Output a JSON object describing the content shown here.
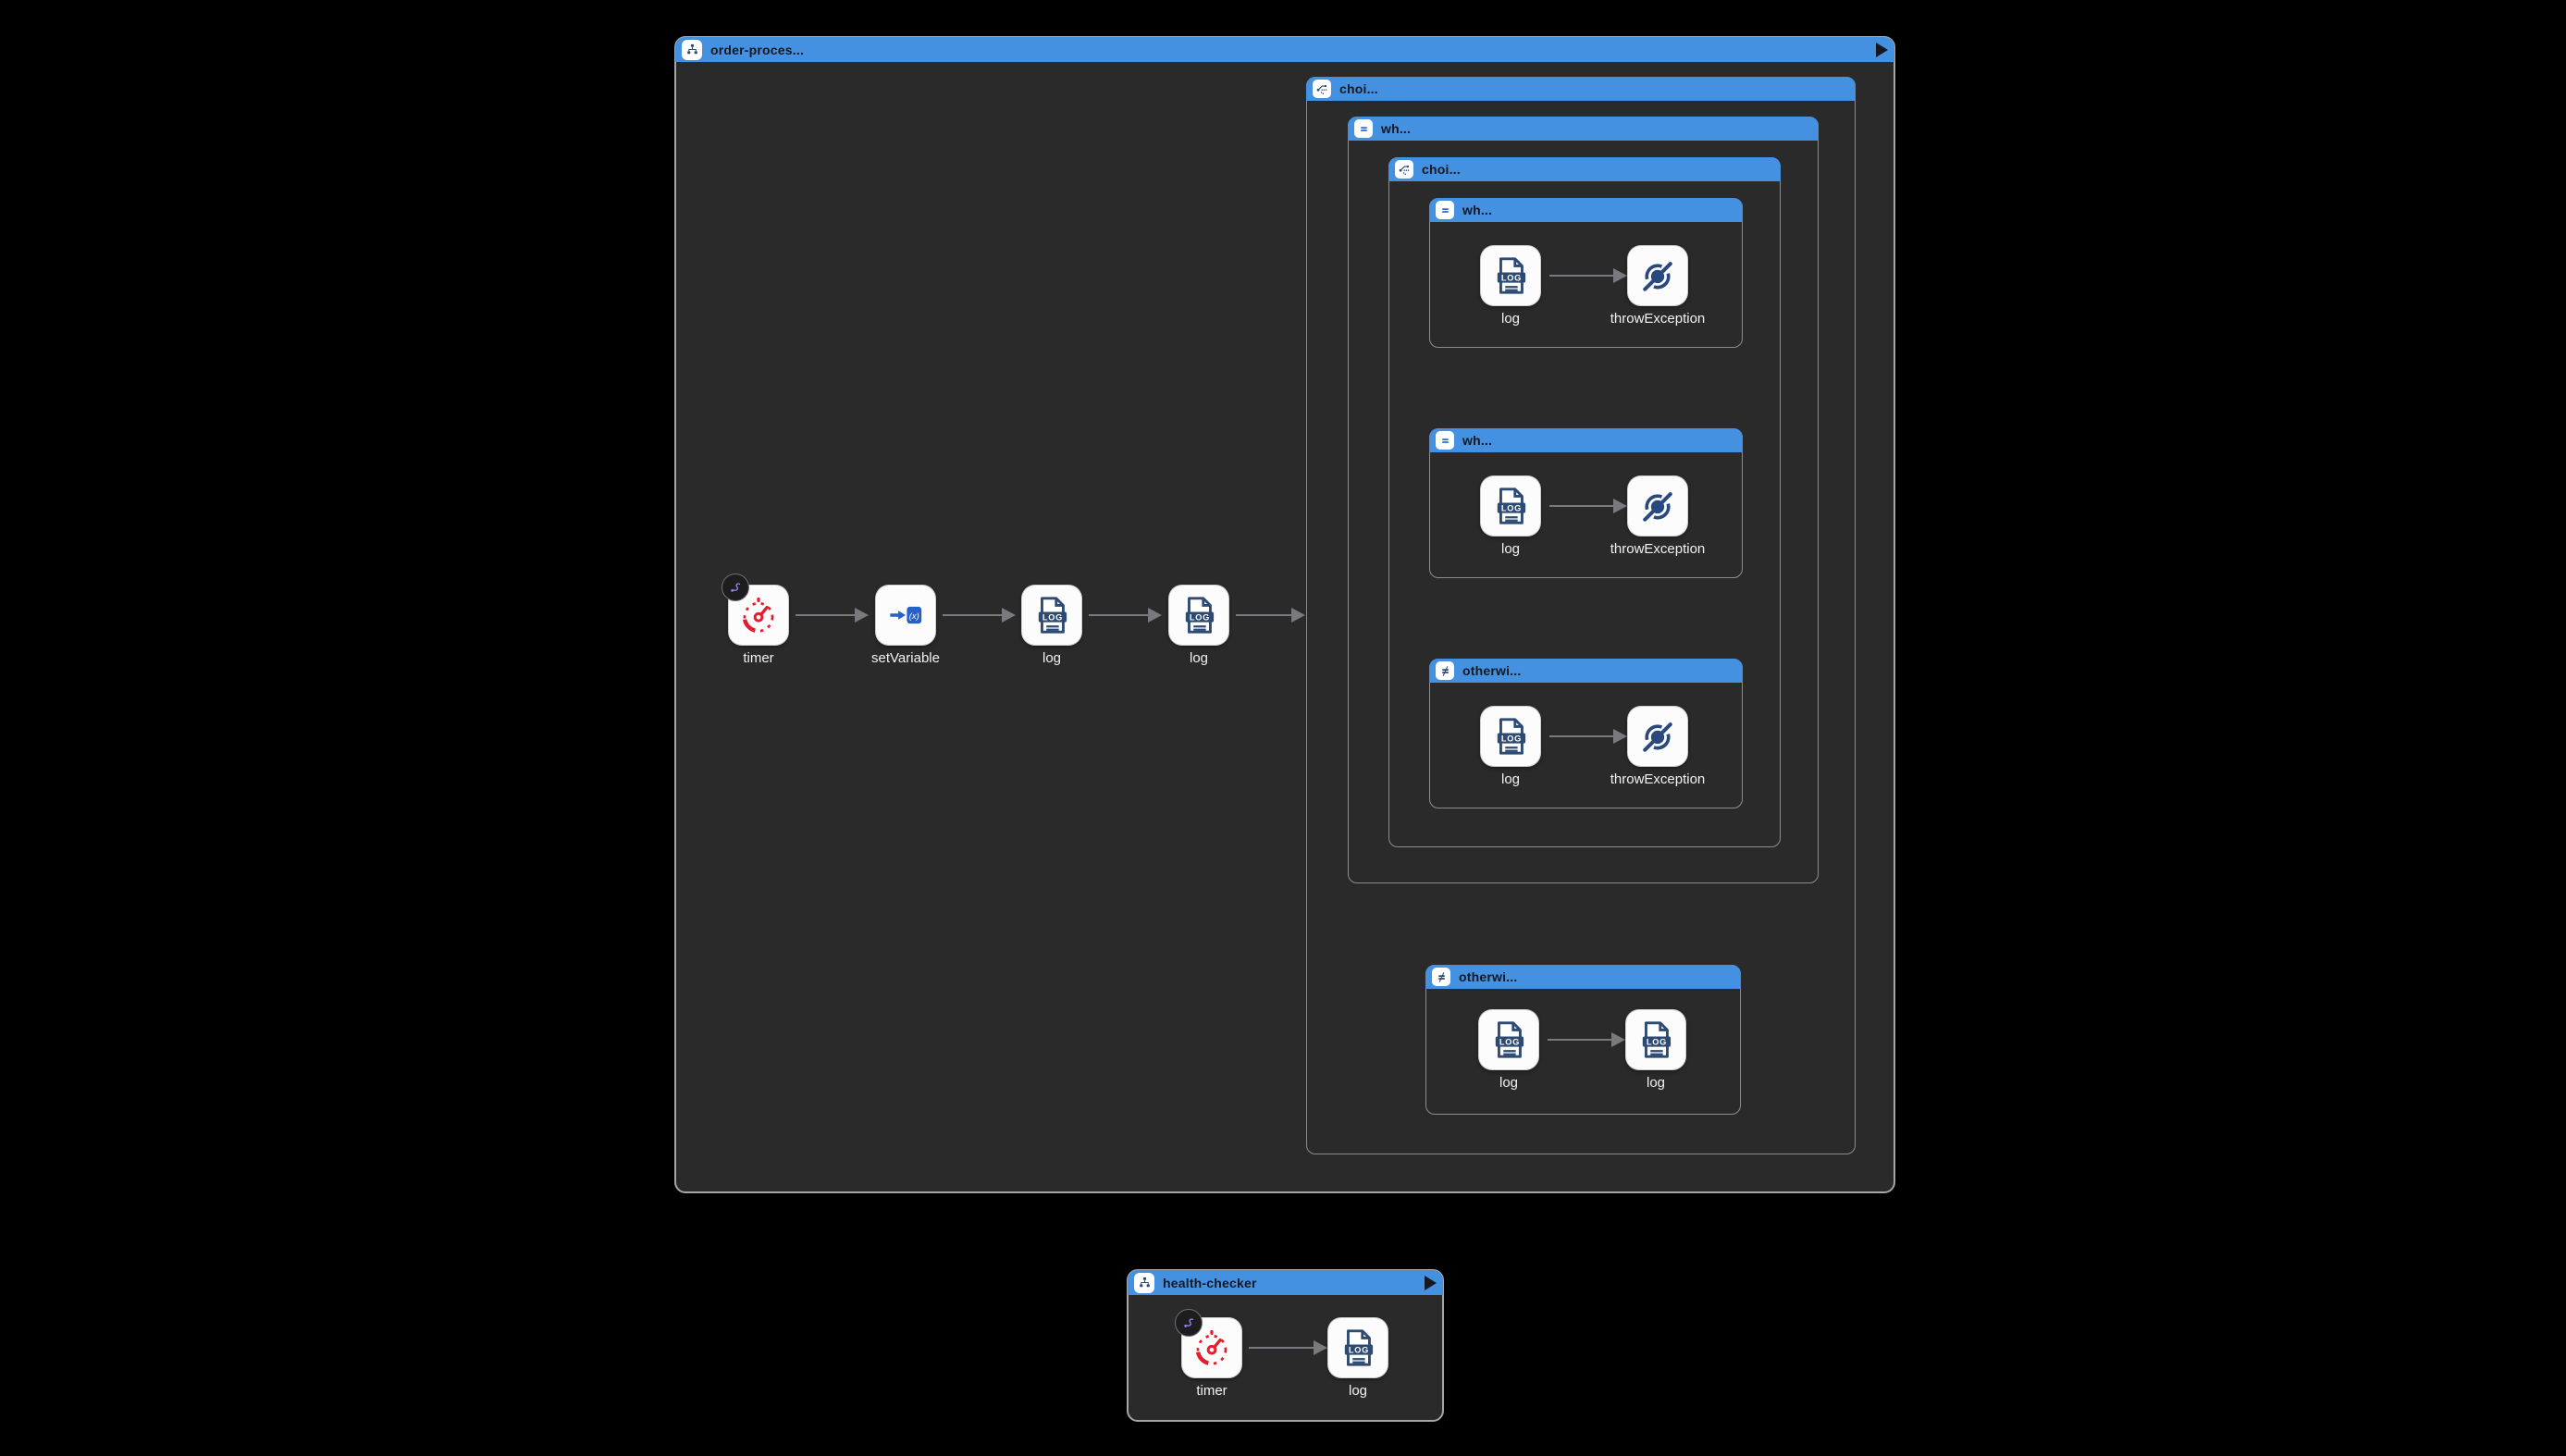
{
  "colors": {
    "canvas": "#000000",
    "container_bg": "#2a2a2b",
    "header_blue": "#4591e1",
    "header_text": "#15181e",
    "node_bg": "#fcfcfc",
    "label_text": "#f2f2f2",
    "arrow": "#7a7a7e",
    "glyph_navy": "#2d4a73",
    "glyph_blue": "#2b6cd4",
    "timer_red": "#e51c2c",
    "badge_purple": "#9a8cf0"
  },
  "order_route": {
    "title": "order-proces...",
    "flow": [
      "timer",
      "setVariable",
      "log",
      "log"
    ],
    "choice": {
      "title": "choi...",
      "when": {
        "title": "wh...",
        "choice": {
          "title": "choi...",
          "when1": {
            "title": "wh...",
            "steps": [
              "log",
              "throwException"
            ]
          },
          "when2": {
            "title": "wh...",
            "steps": [
              "log",
              "throwException"
            ]
          },
          "otherwise": {
            "title": "otherwi...",
            "steps": [
              "log",
              "throwException"
            ]
          }
        }
      },
      "otherwise": {
        "title": "otherwi...",
        "steps": [
          "log",
          "log"
        ]
      }
    }
  },
  "health_route": {
    "title": "health-checker",
    "steps": [
      "timer",
      "log"
    ]
  }
}
